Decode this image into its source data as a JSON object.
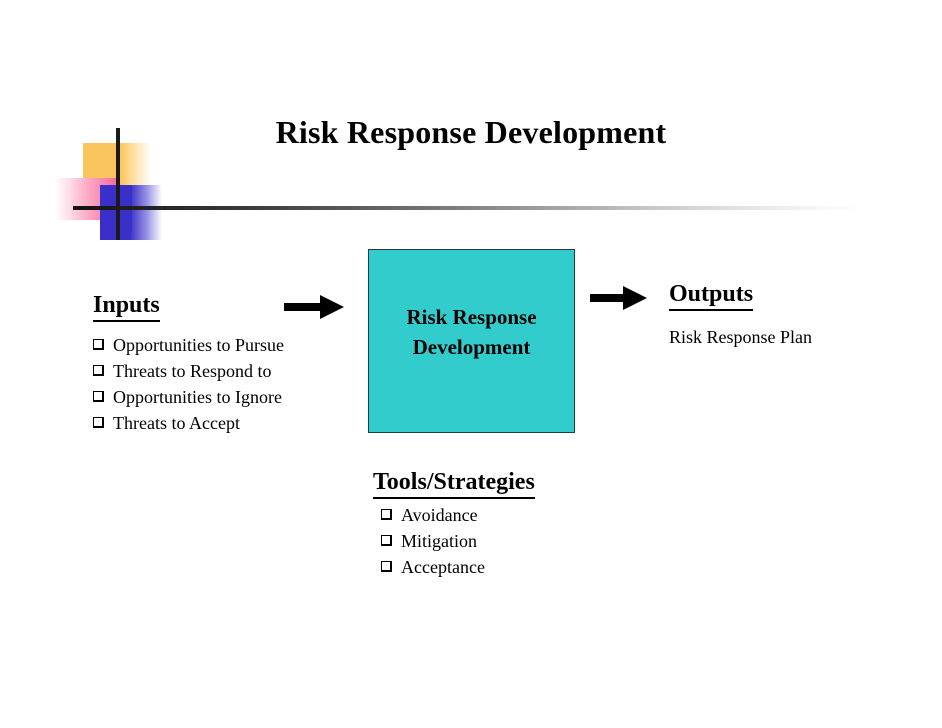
{
  "slide": {
    "title": "Risk Response Development",
    "decoration": {
      "orange_swatch": "#FBC55E",
      "pink_swatch": "#F66BA0",
      "blue_swatch": "#3A2FC8",
      "vertical_rule": "#1A1A1A",
      "horizontal_rule_gradient_from": "#111111",
      "horizontal_rule_gradient_to": "#FFFFFF"
    },
    "process": {
      "box_color": "#33CCCC",
      "label_line1": "Risk Response",
      "label_line2": "Development"
    },
    "inputs": {
      "heading": "Inputs",
      "items": [
        "Opportunities to Pursue",
        "Threats to Respond to",
        "Opportunities to Ignore",
        "Threats to Accept"
      ]
    },
    "outputs": {
      "heading": "Outputs",
      "items": [
        "Risk Response Plan"
      ]
    },
    "tools": {
      "heading": "Tools/Strategies",
      "items": [
        "Avoidance",
        "Mitigation",
        "Acceptance"
      ]
    },
    "arrows": {
      "input_arrow": "right-arrow-icon",
      "output_arrow": "right-arrow-icon"
    }
  }
}
